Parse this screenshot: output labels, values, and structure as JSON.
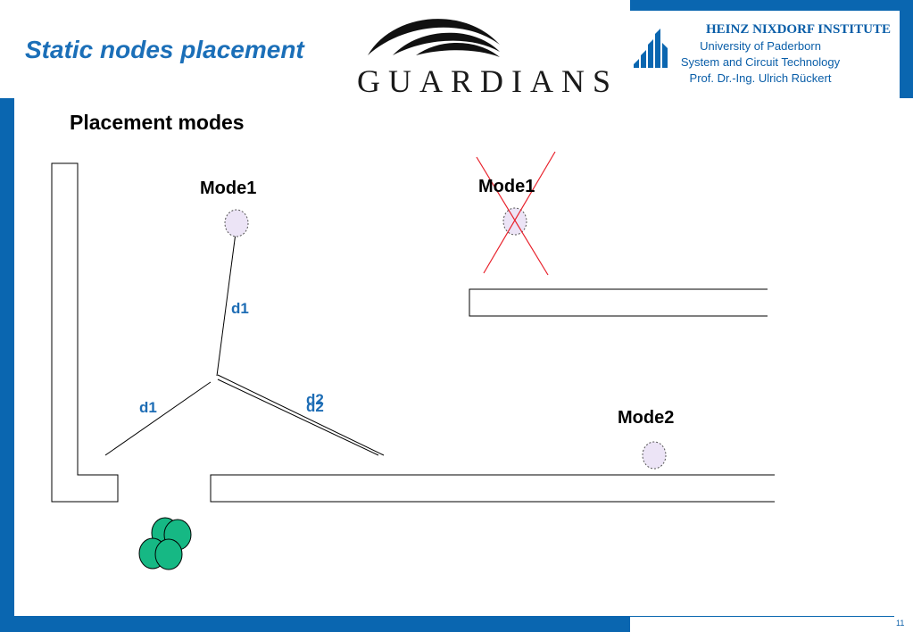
{
  "header": {
    "title": "Static nodes placement",
    "project_logo_text": "GUARDIANS",
    "institute": {
      "name": "HEINZ NIXDORF INSTITUTE",
      "university": "University of Paderborn",
      "group": "System and Circuit Technology",
      "professor": "Prof. Dr.-Ing. Ulrich Rückert"
    }
  },
  "main": {
    "heading": "Placement modes",
    "mode1_valid_label": "Mode1",
    "mode1_invalid_label": "Mode1",
    "mode2_label": "Mode2",
    "distance_labels": {
      "d1_vertical": "d1",
      "d1_left": "d1",
      "d2_a": "d2",
      "d2_b": "d2"
    }
  },
  "footer": {
    "page_number": "11"
  },
  "colors": {
    "brand_blue": "#0a66b0",
    "text_blue": "#1e6db5",
    "node_fill": "#ece4f6",
    "cluster_green": "#16b884",
    "cross_red": "#e8202a"
  }
}
